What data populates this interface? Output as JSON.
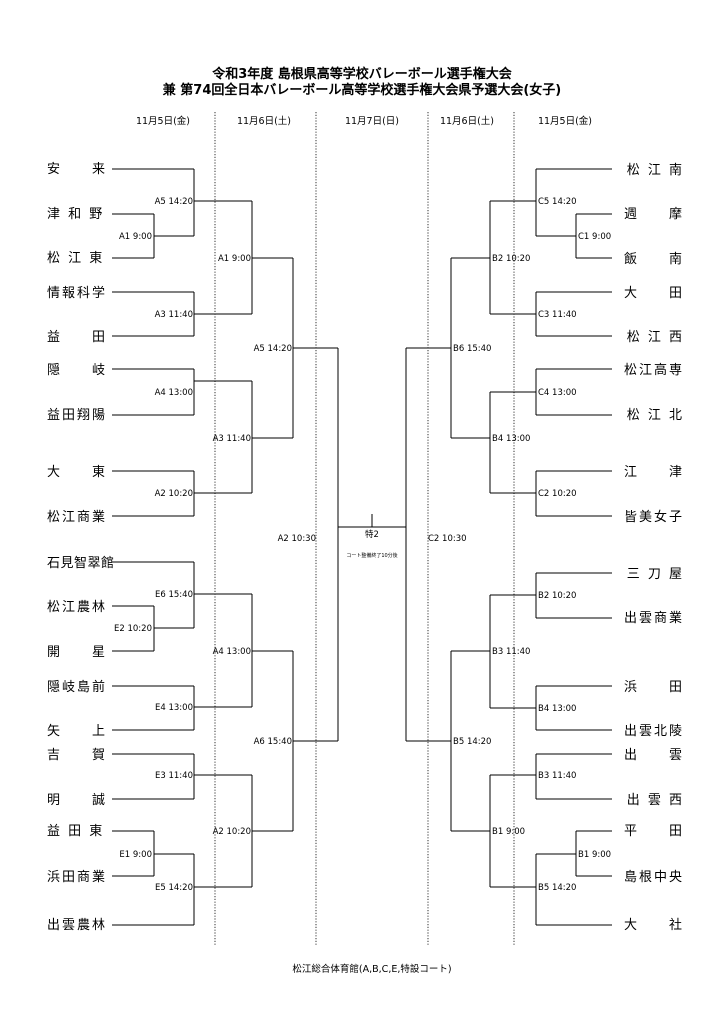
{
  "title_line1": "令和3年度  島根県高等学校バレーボール選手権大会",
  "title_line2": "兼  第74回全日本バレーボール高等学校選手権大会県予選大会(女子)",
  "days": [
    "11月5日(金)",
    "11月6日(土)",
    "11月7日(日)",
    "11月6日(土)",
    "11月5日(金)"
  ],
  "left_teams": [
    "安　　来",
    "津 和 野",
    "松 江 東",
    "情報科学",
    "益　　田",
    "隠　　岐",
    "益田翔陽",
    "大　　東",
    "松江商業",
    "石見智翠館",
    "松江農林",
    "開　　星",
    "隠岐島前",
    "矢　　上",
    "吉　　賀",
    "明　　誠",
    "益 田 東",
    "浜田商業",
    "出雲農林"
  ],
  "right_teams": [
    "松 江 南",
    "週　　摩",
    "飯　　南",
    "大　　田",
    "松 江 西",
    "松江高専",
    "松 江 北",
    "江　　津",
    "皆美女子",
    "三 刀 屋",
    "出雲商業",
    "浜　　田",
    "出雲北陵",
    "出　　雲",
    "出 雲 西",
    "平　　田",
    "島根中央",
    "大　　社"
  ],
  "match_labels": {
    "left": [
      "A5 14:20",
      "A1 9:00",
      "A1 9:00",
      "A3 11:40",
      "A5 14:20",
      "A4 13:00",
      "A3 11:40",
      "A2 10:20",
      "A2 10:30",
      "E6 15:40",
      "E2 10:20",
      "A4 13:00",
      "E4 13:00",
      "A6 15:40",
      "E3 11:40",
      "A2 10:20",
      "E1 9:00",
      "E5 14:20"
    ],
    "right": [
      "C5 14:20",
      "C1 9:00",
      "B2 10:20",
      "C3 11:40",
      "B6 15:40",
      "C4 13:00",
      "B4 13:00",
      "C2 10:20",
      "C2 10:30",
      "B2 10:20",
      "B3 11:40",
      "B4 13:00",
      "B5 14:20",
      "B3 11:40",
      "B1 9:00",
      "B1 9:00",
      "B5 14:20"
    ]
  },
  "final_label": "特2",
  "final_note": "コート整備終了10分後",
  "footer": "松江総合体育館(A,B,C,E,特設コート)"
}
